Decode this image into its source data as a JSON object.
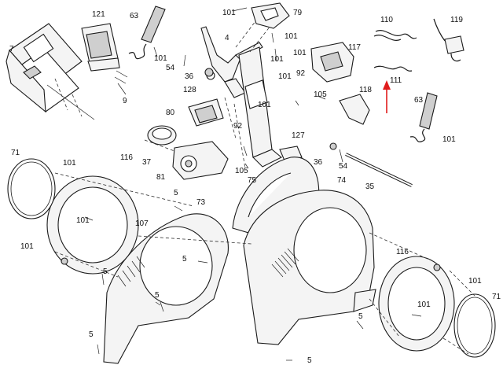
{
  "labels": [
    {
      "id": "l-101-a",
      "text": "101"
    },
    {
      "id": "l-79",
      "text": "79"
    },
    {
      "id": "l-121",
      "text": "121"
    },
    {
      "id": "l-63-a",
      "text": "63"
    },
    {
      "id": "l-110",
      "text": "110"
    },
    {
      "id": "l-119",
      "text": "119"
    },
    {
      "id": "l-4",
      "text": "4"
    },
    {
      "id": "l-101-b",
      "text": "101"
    },
    {
      "id": "l-7",
      "text": "7"
    },
    {
      "id": "l-101-c",
      "text": "101"
    },
    {
      "id": "l-101-d",
      "text": "101"
    },
    {
      "id": "l-117",
      "text": "117"
    },
    {
      "id": "l-54-a",
      "text": "54"
    },
    {
      "id": "l-101-e",
      "text": "101"
    },
    {
      "id": "l-36-a",
      "text": "36"
    },
    {
      "id": "l-111",
      "text": "111"
    },
    {
      "id": "l-92-a",
      "text": "92"
    },
    {
      "id": "l-101-f",
      "text": "101"
    },
    {
      "id": "l-9",
      "text": "9"
    },
    {
      "id": "l-128",
      "text": "128"
    },
    {
      "id": "l-105-a",
      "text": "105"
    },
    {
      "id": "l-118",
      "text": "118"
    },
    {
      "id": "l-63-b",
      "text": "63"
    },
    {
      "id": "l-80",
      "text": "80"
    },
    {
      "id": "l-101-g",
      "text": "101"
    },
    {
      "id": "l-92-b",
      "text": "92"
    },
    {
      "id": "l-101-h",
      "text": "101"
    },
    {
      "id": "l-127",
      "text": "127"
    },
    {
      "id": "l-37",
      "text": "37"
    },
    {
      "id": "l-71-a",
      "text": "71"
    },
    {
      "id": "l-101-i",
      "text": "101"
    },
    {
      "id": "l-116-a",
      "text": "116"
    },
    {
      "id": "l-36-b",
      "text": "36"
    },
    {
      "id": "l-54-b",
      "text": "54"
    },
    {
      "id": "l-81",
      "text": "81"
    },
    {
      "id": "l-105-b",
      "text": "105"
    },
    {
      "id": "l-75",
      "text": "75"
    },
    {
      "id": "l-74",
      "text": "74"
    },
    {
      "id": "l-35",
      "text": "35"
    },
    {
      "id": "l-5-a",
      "text": "5"
    },
    {
      "id": "l-73",
      "text": "73"
    },
    {
      "id": "l-101-j",
      "text": "101"
    },
    {
      "id": "l-107",
      "text": "107"
    },
    {
      "id": "l-101-k",
      "text": "101"
    },
    {
      "id": "l-5-b",
      "text": "5"
    },
    {
      "id": "l-5-c",
      "text": "5"
    },
    {
      "id": "l-116-b",
      "text": "116"
    },
    {
      "id": "l-101-l",
      "text": "101"
    },
    {
      "id": "l-5-d",
      "text": "5"
    },
    {
      "id": "l-71-b",
      "text": "71"
    },
    {
      "id": "l-101-m",
      "text": "101"
    },
    {
      "id": "l-5-e",
      "text": "5"
    },
    {
      "id": "l-5-f",
      "text": "5"
    },
    {
      "id": "l-5-g",
      "text": "5"
    }
  ],
  "colors": {
    "ink": "#1a1a1a",
    "arrow": "#e01b1b",
    "paper": "#ffffff"
  }
}
